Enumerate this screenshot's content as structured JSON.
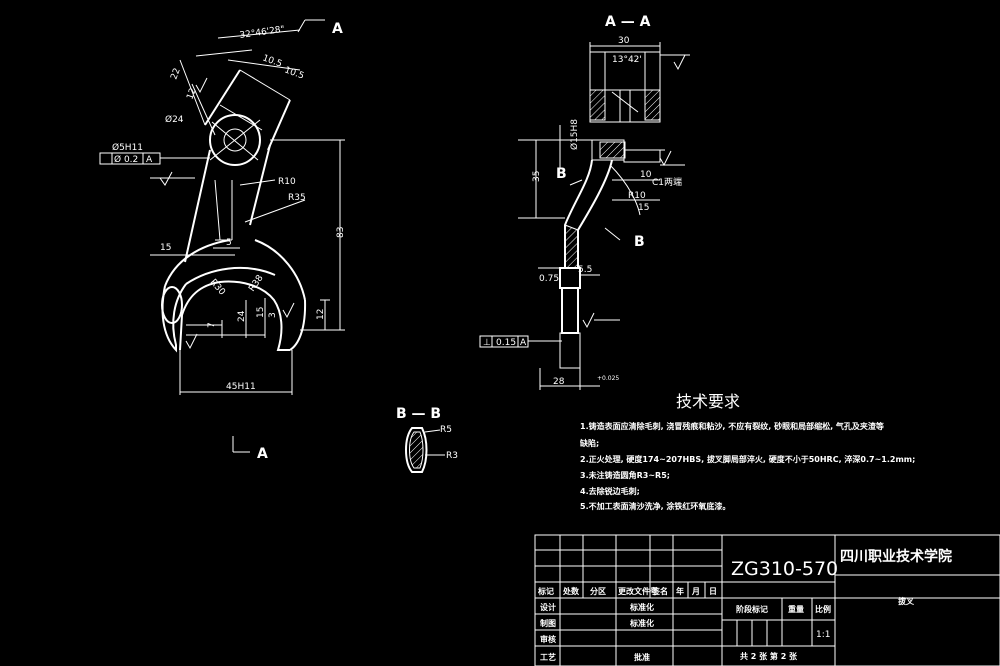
{
  "views": {
    "section_aa_title": "A — A",
    "section_bb_title": "B — B",
    "section_mark_a": "A",
    "section_mark_b": "B"
  },
  "front_view": {
    "dims": [
      "32°46'28\"",
      "10.5",
      "10.5",
      "22",
      "12",
      "Ø24",
      "Ø5H11",
      "R10",
      "R35",
      "83",
      "15",
      "5",
      "R30",
      "R38",
      "24",
      "15",
      "3",
      "7",
      "12",
      "45H11"
    ],
    "tolerance_frame": [
      "Ø 0.2",
      "A"
    ]
  },
  "section_view": {
    "dims": [
      "30",
      "13°42'",
      "Ø15H8",
      "35",
      "10",
      "15",
      "R10",
      "C1两端",
      "0.75",
      "5.5",
      "28"
    ],
    "fit_sup": "+0.025",
    "datum": "A",
    "tolerance_frame": [
      "⊥",
      "0.15",
      "A"
    ]
  },
  "bb_view": {
    "dims": [
      "R5",
      "R3"
    ]
  },
  "requirements": {
    "title": "技术要求",
    "items": [
      "1.铸造表面应清除毛刺, 浇冒残痕和粘沙, 不应有裂纹, 砂眼和局部缩松, 气孔及夹渣等",
      "缺陷;",
      "2.正火处理, 硬度174~207HBS, 拔叉脚局部淬火, 硬度不小于50HRC, 淬深0.7~1.2mm;",
      "3.未注铸造圆角R3~R5;",
      "4.去除锐边毛刺;",
      "5.不加工表面清沙洗净, 涂铁红环氧底漆。"
    ]
  },
  "title_block": {
    "material": "ZG310-570",
    "school": "四川职业技术学院",
    "part_name": "拔叉",
    "row_headers": [
      "标记",
      "处数",
      "分区",
      "更改文件号",
      "签名",
      "年",
      "月",
      "日"
    ],
    "left_labels": [
      "设计",
      "制图",
      "审核",
      "工艺"
    ],
    "mid_labels": [
      "标准化",
      "标准化",
      "批准"
    ],
    "stage_label": "阶段标记",
    "weight_label": "重量",
    "scale_label": "比例",
    "scale_value": "1:1",
    "sheet_info": "共 2 张  第 2 张"
  }
}
